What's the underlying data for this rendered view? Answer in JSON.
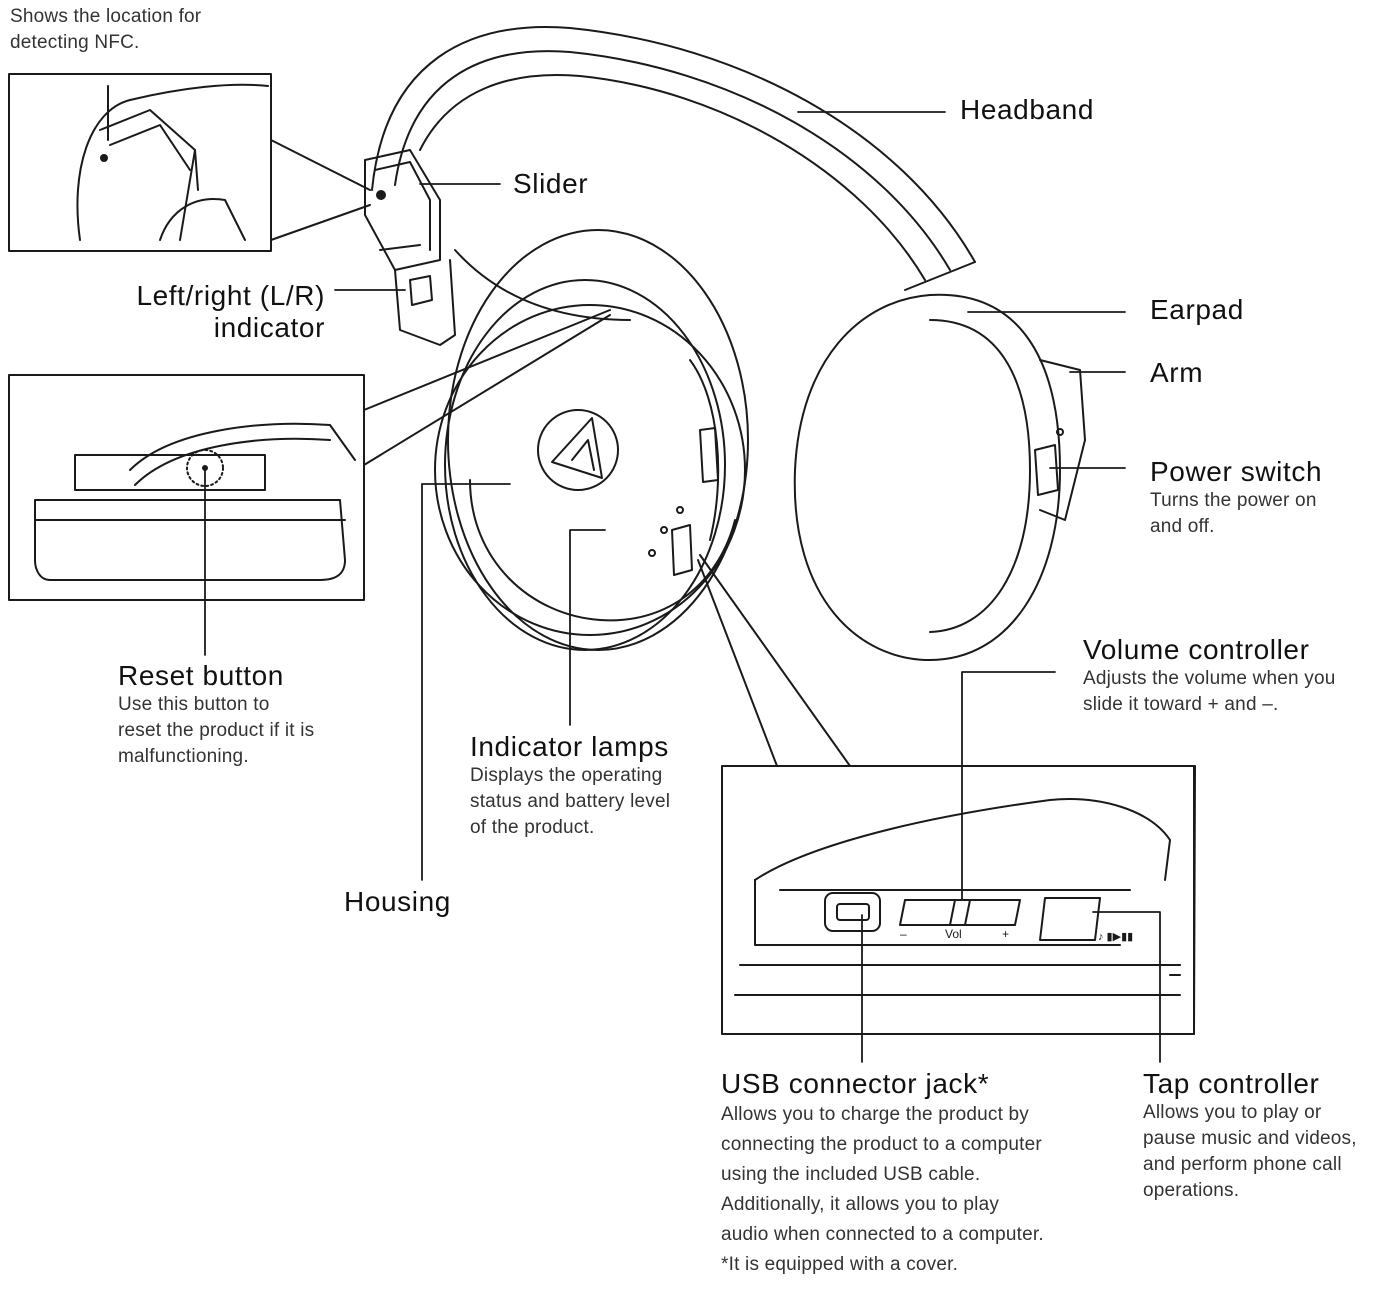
{
  "nfc": {
    "desc_line1": "Shows the location for",
    "desc_line2": "detecting NFC."
  },
  "headband": {
    "title": "Headband"
  },
  "slider": {
    "title": "Slider"
  },
  "lr_indicator": {
    "title_line1": "Left/right (L/R)",
    "title_line2": "indicator"
  },
  "earpad": {
    "title": "Earpad"
  },
  "arm": {
    "title": "Arm"
  },
  "power_switch": {
    "title": "Power switch",
    "desc_line1": "Turns the power on",
    "desc_line2": "and off."
  },
  "reset_button": {
    "title": "Reset button",
    "desc_line1": "Use this button to",
    "desc_line2": "reset the product if it is",
    "desc_line3": "malfunctioning."
  },
  "indicator_lamps": {
    "title": "Indicator lamps",
    "desc_line1": "Displays the operating",
    "desc_line2": "status and battery level",
    "desc_line3": "of the product."
  },
  "housing": {
    "title": "Housing"
  },
  "volume_controller": {
    "title": "Volume controller",
    "desc_line1": "Adjusts the volume when you",
    "desc_line2": "slide it toward + and –."
  },
  "usb_jack": {
    "title": "USB connector jack*",
    "desc_line1": "Allows you to charge the product by",
    "desc_line2": "connecting the product to a computer",
    "desc_line3": "using the included USB cable.",
    "desc_line4": "Additionally, it allows you to play",
    "desc_line5": "audio when connected to a computer.",
    "note": "*It is equipped with a cover."
  },
  "tap_controller": {
    "title": "Tap controller",
    "desc_line1": "Allows you to play or",
    "desc_line2": "pause music and videos,",
    "desc_line3": "and perform phone call",
    "desc_line4": "operations."
  },
  "inset_marks": {
    "vol_label": "Vol",
    "minus": "–",
    "plus": "+",
    "play_pause": "♪ ▮▶▮▮"
  }
}
